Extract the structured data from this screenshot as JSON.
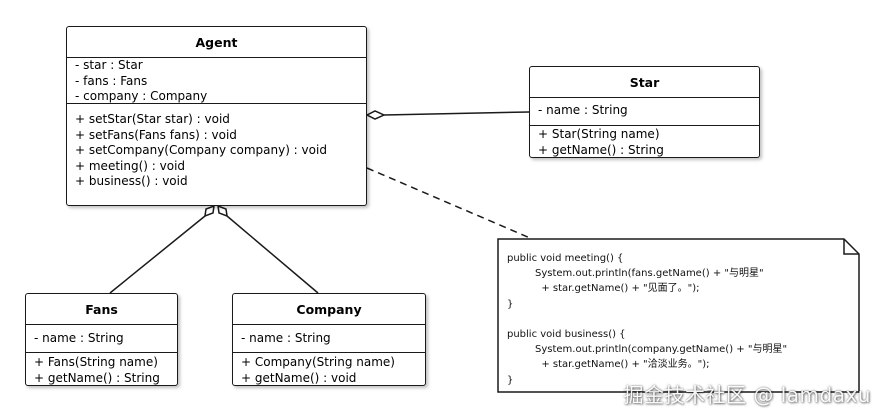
{
  "agent": {
    "name": "Agent",
    "attributes": [
      "- star : Star",
      "- fans : Fans",
      "- company : Company"
    ],
    "operations": [
      "+ setStar(Star star) : void",
      "+ setFans(Fans fans) : void",
      "+ setCompany(Company company) : void",
      "+ meeting() : void",
      "+ business() : void"
    ]
  },
  "star": {
    "name": "Star",
    "attributes": [
      "- name : String"
    ],
    "operations": [
      "+ Star(String name)",
      "+ getName() : String"
    ]
  },
  "fans": {
    "name": "Fans",
    "attributes": [
      "- name : String"
    ],
    "operations": [
      "+ Fans(String name)",
      "+ getName() : String"
    ]
  },
  "company": {
    "name": "Company",
    "attributes": [
      "- name : String"
    ],
    "operations": [
      "+ Company(String name)",
      "+ getName() : void"
    ]
  },
  "note": {
    "lines": [
      "public void meeting() {",
      "System.out.println(fans.getName() + \"与明星\"",
      "+ star.getName() + \"见面了。\");",
      "}",
      "",
      "public void business() {",
      "System.out.println(company.getName() + \"与明星\"",
      "+ star.getName() + \"洽淡业务。\");",
      "}"
    ]
  },
  "watermark": "掘金技术社区 @ lamdaxu",
  "colors": {
    "stroke": "#1a1a1a",
    "background": "#ffffff"
  }
}
